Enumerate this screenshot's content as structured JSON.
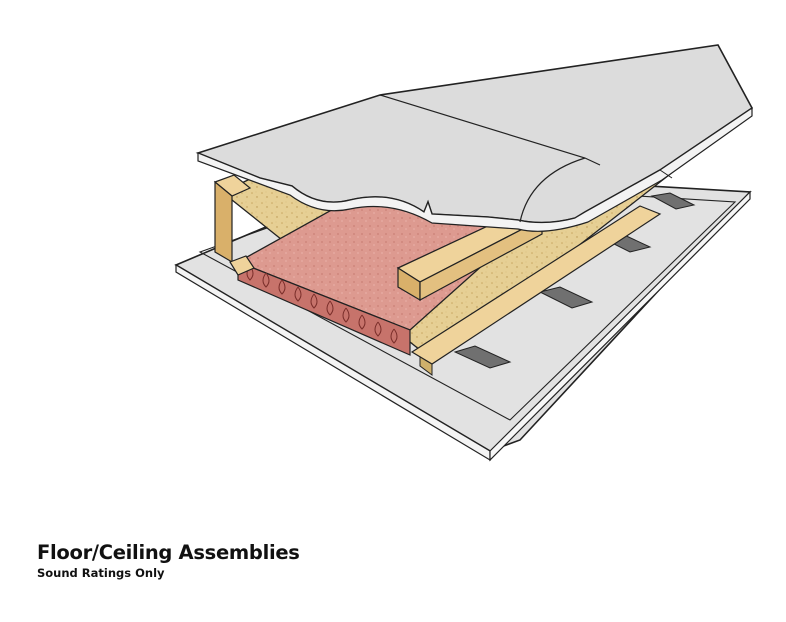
{
  "caption": {
    "title": "Floor/Ceiling Assemblies",
    "subtitle": "Sound Ratings Only"
  },
  "colors": {
    "subfloor": "#dcdcdc",
    "subfloor_edge": "#f3f3f3",
    "ceiling_board": "#e2e2e2",
    "ceiling_edge": "#f4f4f4",
    "joist_top": "#efd39b",
    "joist_face": "#d9b06a",
    "osb_core": "#e6cf94",
    "insulation_top": "#dd9a90",
    "insulation_side": "#c7736b",
    "channel": "#707070",
    "outline": "#222222"
  },
  "icons": [
    "floor-ceiling-assembly-illustration"
  ]
}
